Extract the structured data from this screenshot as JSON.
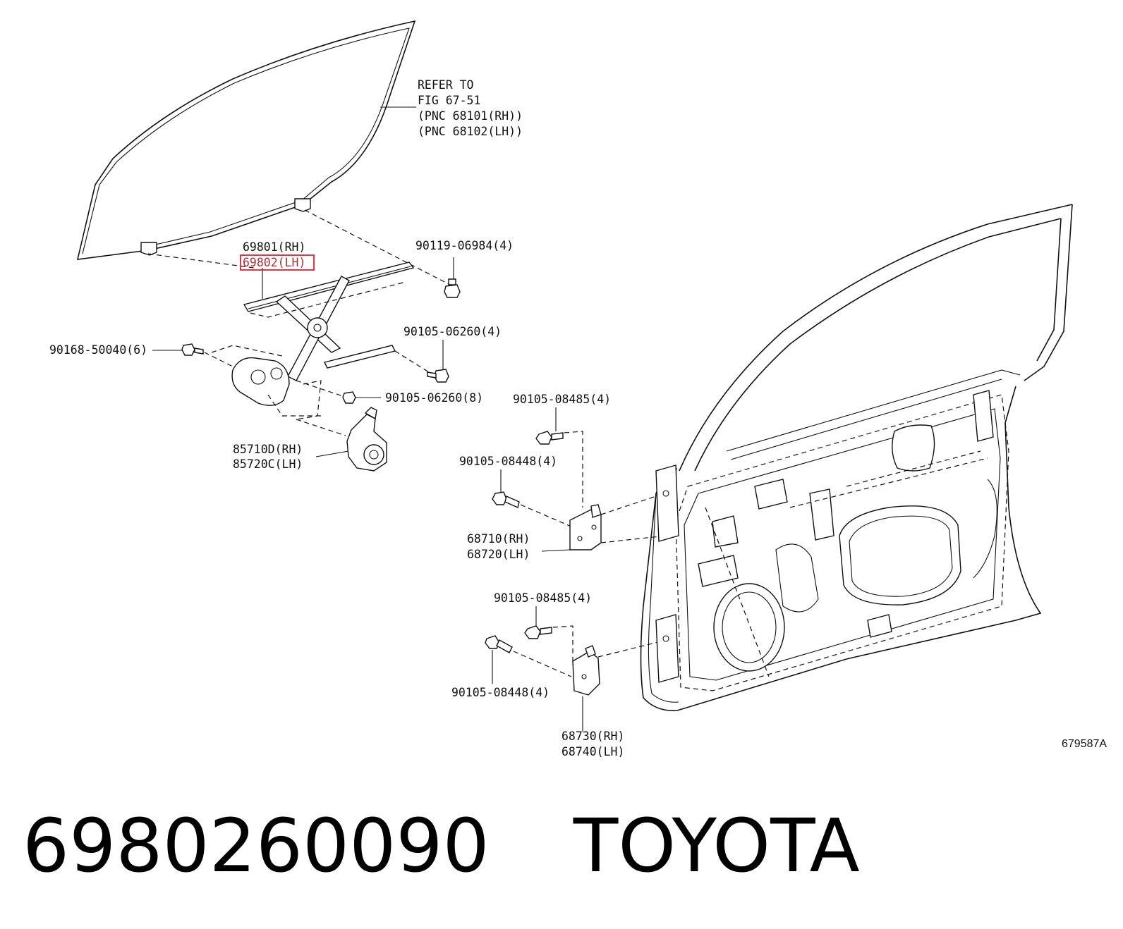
{
  "reference_note": {
    "lines": [
      "REFER TO",
      "FIG 67-51",
      "(PNC 68101(RH))",
      "(PNC 68102(LH))"
    ]
  },
  "callouts": {
    "regulator_rh": "69801(RH)",
    "regulator_lh": "69802(LH)",
    "bolt_glass": "90119-06984(4)",
    "bolt_regulator_upper": "90105-06260(4)",
    "bolt_regulator_lower": "90105-06260(8)",
    "bolt_motor": "90168-50040(6)",
    "motor_rh": "85710D(RH)",
    "motor_lh": "85720C(LH)",
    "bolt_upper_hinge_body": "90105-08485(4)",
    "bolt_upper_hinge_door": "90105-08448(4)",
    "upper_hinge_rh": "68710(RH)",
    "upper_hinge_lh": "68720(LH)",
    "bolt_lower_hinge_body": "90105-08485(4)",
    "bolt_lower_hinge_door": "90105-08448(4)",
    "lower_hinge_rh": "68730(RH)",
    "lower_hinge_lh": "68740(LH)"
  },
  "highlight_color": "#e0202a",
  "figure_id": "679587A",
  "footer": {
    "part_number": "6980260090",
    "brand": "TOYOTA"
  }
}
